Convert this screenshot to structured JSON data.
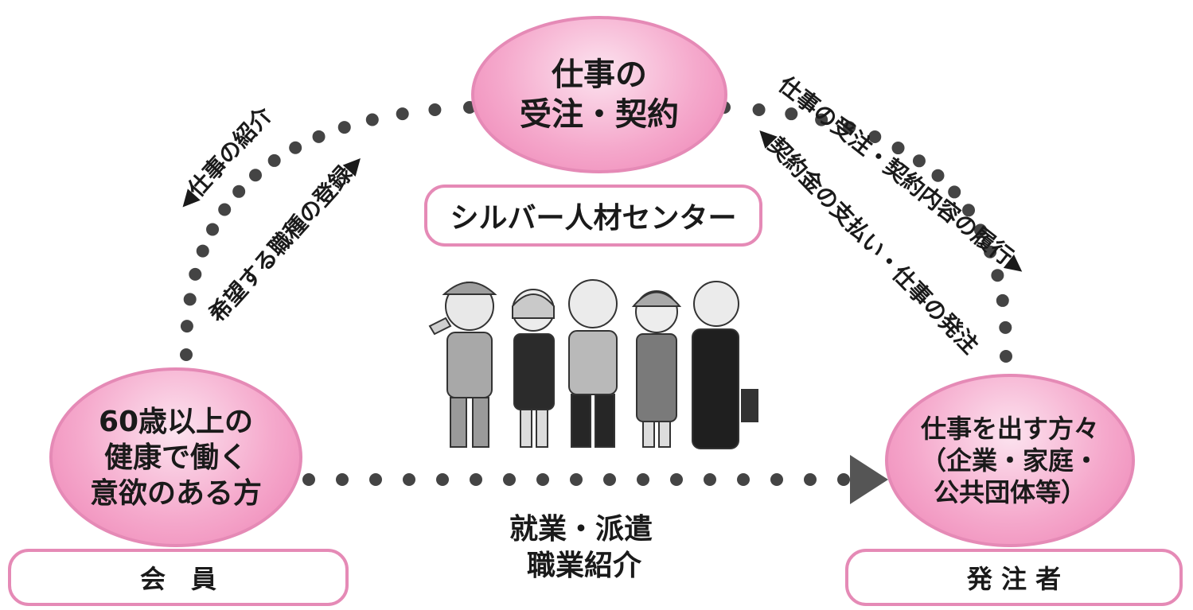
{
  "center": {
    "bubble_text": "仕事の\n受注・契約",
    "name": "シルバー人材センター"
  },
  "member": {
    "bubble_text": "60歳以上の\n健康で働く\n意欲のある方",
    "label": "会　員"
  },
  "client": {
    "bubble_text": "仕事を出す方々\n（企業・家庭・\n公共団体等）",
    "label": "発 注 者"
  },
  "arrows": {
    "left_outer": "◀仕事の紹介",
    "left_inner": "希望する職種の登録▶",
    "right_outer": "仕事の受注・契約内容の履行▶",
    "right_inner": "◀契約金の支払い・仕事の発注",
    "bottom_line1": "就業・派遣",
    "bottom_line2": "職業紹介"
  },
  "colors": {
    "pink_border": "#e58ab6",
    "dot": "#444444"
  },
  "illustration": {
    "icon": "senior-workers-group-icon"
  }
}
